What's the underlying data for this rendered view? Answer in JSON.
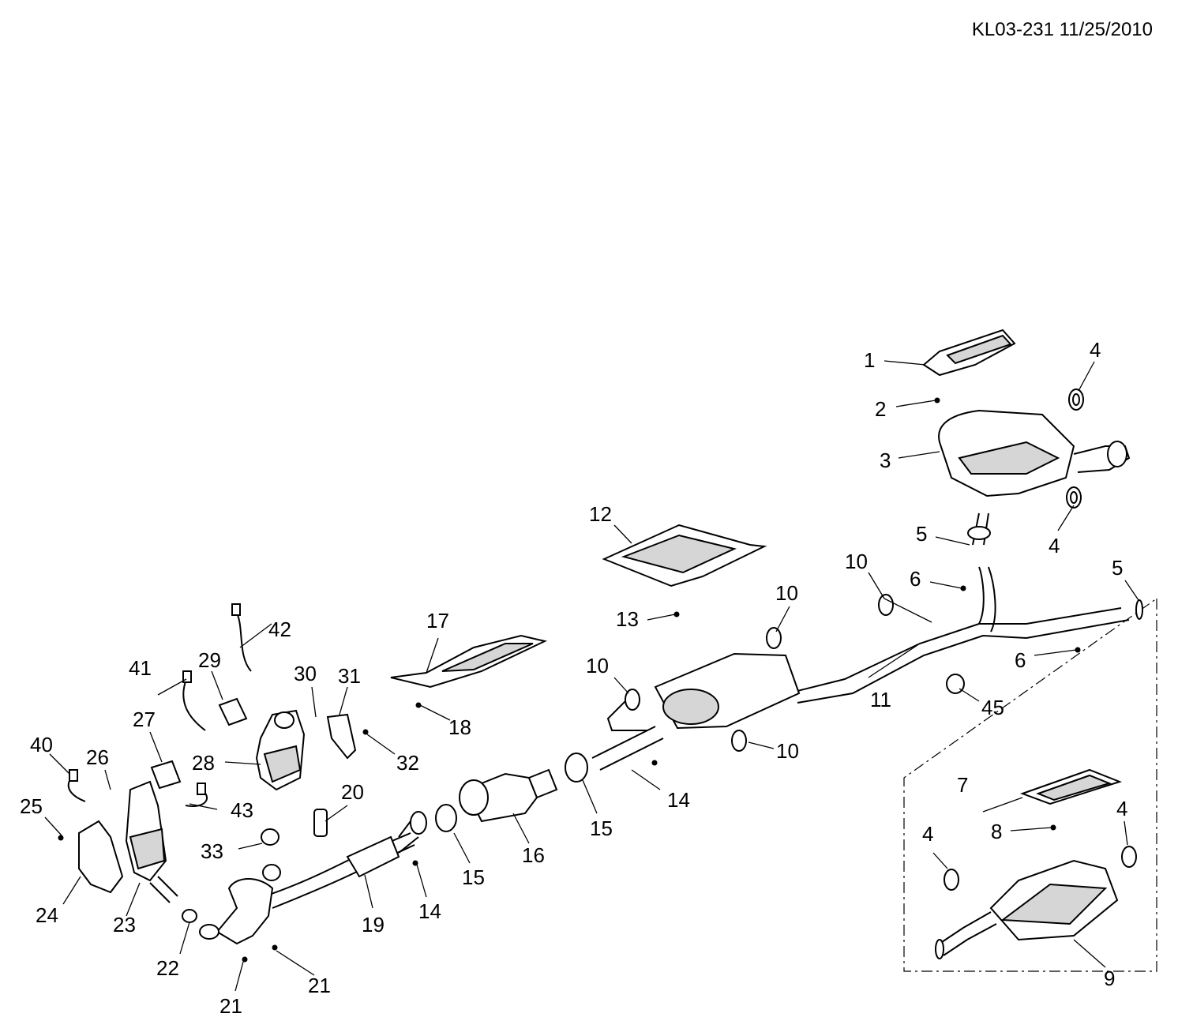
{
  "document": {
    "id": "KL03-231 11/25/2010"
  },
  "callouts": {
    "c1": "1",
    "c2": "2",
    "c3": "3",
    "c4a": "4",
    "c4b": "4",
    "c4c": "4",
    "c4d": "4",
    "c5a": "5",
    "c5b": "5",
    "c6a": "6",
    "c6b": "6",
    "c7": "7",
    "c8": "8",
    "c9": "9",
    "c10a": "10",
    "c10b": "10",
    "c10c": "10",
    "c10d": "10",
    "c11": "11",
    "c12": "12",
    "c13": "13",
    "c14a": "14",
    "c14b": "14",
    "c15a": "15",
    "c15b": "15",
    "c16": "16",
    "c17": "17",
    "c18": "18",
    "c19": "19",
    "c20": "20",
    "c21a": "21",
    "c21b": "21",
    "c22": "22",
    "c23": "23",
    "c24": "24",
    "c25": "25",
    "c26": "26",
    "c27": "27",
    "c28": "28",
    "c29": "29",
    "c30": "30",
    "c31": "31",
    "c32": "32",
    "c33": "33",
    "c40": "40",
    "c41": "41",
    "c42": "42",
    "c43": "43",
    "c45": "45"
  }
}
